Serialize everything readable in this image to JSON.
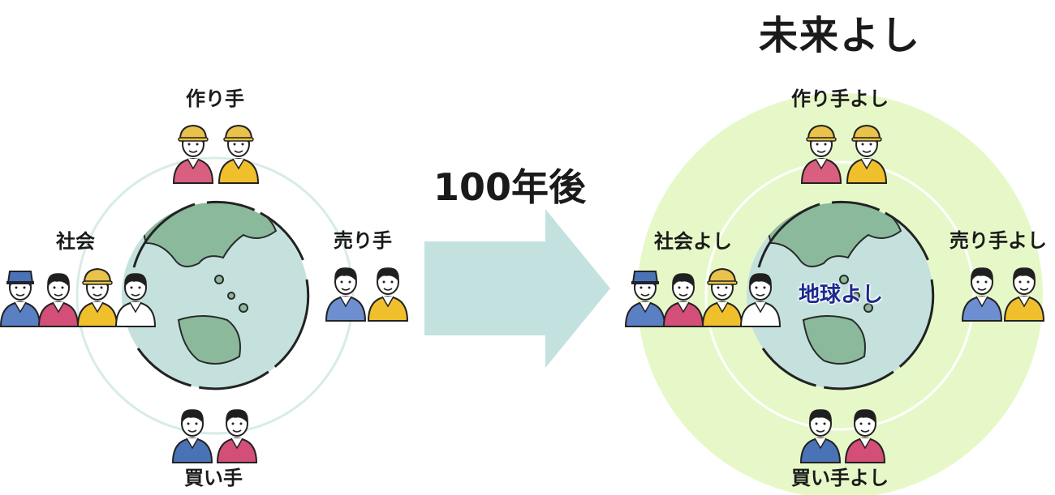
{
  "before": {
    "top_label": "作り手",
    "left_label": "社会",
    "right_label": "売り手",
    "bottom_label": "買い手"
  },
  "transition": {
    "label": "100年後"
  },
  "after": {
    "title": "未来よし",
    "top_label": "作り手よし",
    "left_label": "社会よし",
    "right_label": "売り手よし",
    "bottom_label": "買い手よし",
    "center_label": "地球よし"
  },
  "colors": {
    "ring": "#d7ece9",
    "ocean": "#c4e1dd",
    "land": "#8bb99c",
    "arrow": "#c3e2df",
    "halo": "#e6f8c8",
    "center_text": "#1b2a8f"
  }
}
